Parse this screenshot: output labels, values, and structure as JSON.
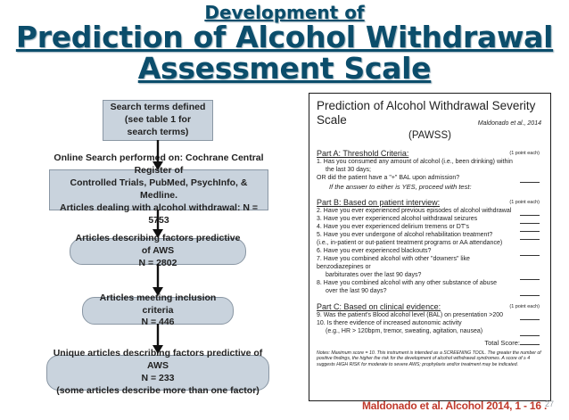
{
  "title": {
    "line1": "Development of",
    "line2": "Prediction of Alcohol Withdrawal",
    "line3": "Assessment Scale"
  },
  "flow": {
    "box1": "Search terms defined\n(see table 1 for\nsearch terms)",
    "box2": "Online Search performed on: Cochrane Central Register of\nControlled Trials, PubMed, PsychInfo, & Medline.\nArticles dealing with alcohol withdrawal: N = 5753",
    "box3": "Articles describing factors predictive of AWS\nN = 2802",
    "box4": "Articles meeting inclusion criteria\nN = 446",
    "box5": "Unique articles describing factors predictive of AWS\nN = 233\n(some articles describe more than one factor)"
  },
  "pawss": {
    "title": "Prediction of Alcohol Withdrawal Severity Scale",
    "subtitle": "(PAWSS)",
    "author": "Maldonado et al., 2014",
    "partA": {
      "label": "Part A: Threshold Criteria:",
      "points": "(1 point each)",
      "q1a": "1.  Has you consumed any amount of alcohol (i.e., been drinking) within",
      "q1b": "the last 30 days;",
      "q1c": "OR did the patient have a \"+\" BAL upon admission?",
      "italic": "If the answer to either is YES, proceed with test:"
    },
    "partB": {
      "label": "Part B: Based on patient interview:",
      "points": "(1 point each)",
      "q2": "2.  Have you ever experienced previous episodes of alcohol withdrawal",
      "q3": "3.  Have you ever experienced alcohol withdrawal seizures",
      "q4": "4.  Have you ever experienced delirium tremens or DT's",
      "q5": "5.  Have you ever undergone of alcohol rehabilitation treatment?",
      "q5b": "(i.e., in-patient or out-patient treatment programs or AA attendance)",
      "q6": "6.  Have you ever experienced blackouts?",
      "q7a": "7.  Have you combined alcohol with other \"downers\" like benzodiazepines or",
      "q7b": "barbiturates over the last 90 days?",
      "q8a": "8.  Have you combined alcohol with any other substance of abuse",
      "q8b": "over the last 90 days?"
    },
    "partC": {
      "label": "Part C: Based on clinical evidence:",
      "points": "(1 point each)",
      "q9": "9.   Was the patient's Blood alcohol level (BAL) on presentation >200",
      "q10a": "10. Is there evidence of increased autonomic activity",
      "q10b": "(e.g., HR > 120bpm, tremor, sweating, agitation, nausea)"
    },
    "total": "Total Score:",
    "notes": "Notes: Maximum score = 10. This instrument is intended as a SCREENING TOOL. The greater the number of positive findings, the higher the risk for the development of alcohol withdrawal syndromes. A score of ≥ 4 suggests HIGH RISK for moderate to severe AWS; prophylaxis and/or treatment may be indicated."
  },
  "footer": {
    "citation": "Maldonado et al. Alcohol 2014, 1 - 16 .",
    "page_number": "27"
  },
  "colors": {
    "title": "#0b4d6b",
    "box_fill": "#c9d3dd",
    "citation": "#c0392b"
  }
}
